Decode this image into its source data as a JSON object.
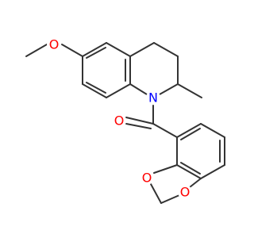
{
  "molecule": {
    "atoms": {
      "O_methoxy": {
        "symbol": "O",
        "color": "#ff0000"
      },
      "N_ring": {
        "symbol": "N",
        "color": "#0000ff"
      },
      "O_carbonyl": {
        "symbol": "O",
        "color": "#ff0000"
      },
      "O_dioxole_1": {
        "symbol": "O",
        "color": "#ff0000"
      },
      "O_dioxole_2": {
        "symbol": "O",
        "color": "#ff0000"
      }
    },
    "bond_color": "#333333"
  }
}
